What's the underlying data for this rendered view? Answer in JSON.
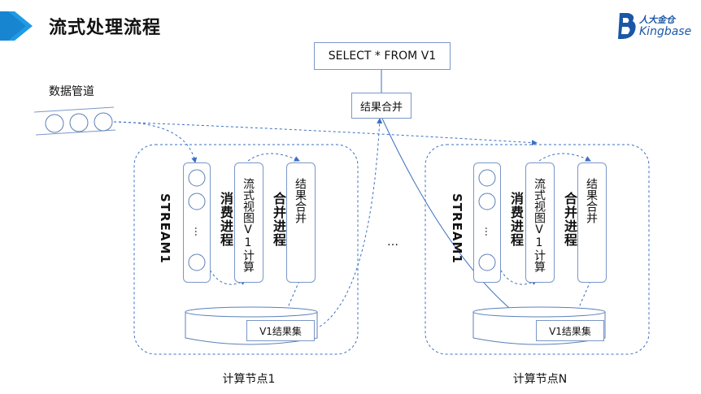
{
  "title": "流式处理流程",
  "logo": {
    "text_cn": "人大金仓",
    "text_en": "Kingbase"
  },
  "query_box": "SELECT * FROM V1",
  "merge_top": "结果合并",
  "pipeline_label": "数据管道",
  "ellipsis_middle": "…",
  "nodes": [
    {
      "stream": "STREAM1",
      "consumer": "消费进程",
      "view_compute": "流式视图V1计算",
      "merge_process": "合并进程",
      "merge_result": "结果合并",
      "stream_dots": "…",
      "result_set": "V1结果集",
      "label": "计算节点1"
    },
    {
      "stream": "STREAM1",
      "consumer": "消费进程",
      "view_compute": "流式视图V1计算",
      "merge_process": "合并进程",
      "merge_result": "结果合并",
      "stream_dots": "…",
      "result_set": "V1结果集",
      "label": "计算节点N"
    }
  ],
  "colors": {
    "accent": "#1f9be6",
    "line": "#3a6fc4",
    "border": "#7a97c8"
  }
}
